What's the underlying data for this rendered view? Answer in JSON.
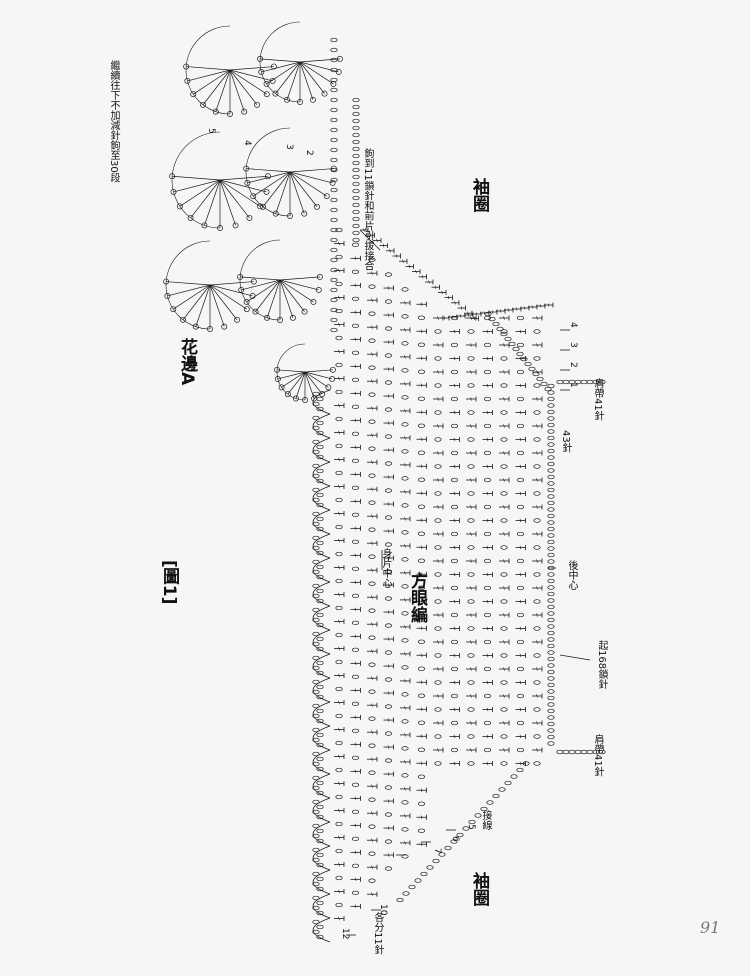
{
  "labels": {
    "figure": "[圖1]",
    "note_top": "繼續往下不加減針鉤至30段",
    "edging": "花邊A",
    "mesh": "方眼編",
    "sleeve_top": "袖圈",
    "sleeve_bottom": "袖圈",
    "body_center": "身片中心",
    "join_note": "鉤到11鎖針和前片引拔接合",
    "back_center": "後中心",
    "chain_start": "起168鎖針",
    "strap_top": "肩帶41針",
    "strap_bottom": "肩帶41針",
    "stitches_43": "43針",
    "divide_11": "各分11針",
    "join_side": "接線",
    "page_number": "91"
  },
  "row_markers_top": [
    "4",
    "3",
    "2",
    "1"
  ],
  "row_markers_bottom": [
    "12",
    "10",
    "7",
    "6",
    "5"
  ],
  "edging_row_markers": [
    "5",
    "4",
    "3",
    "2"
  ],
  "colors": {
    "ink": "#1a1a1a",
    "paper": "#f6f6f4"
  }
}
